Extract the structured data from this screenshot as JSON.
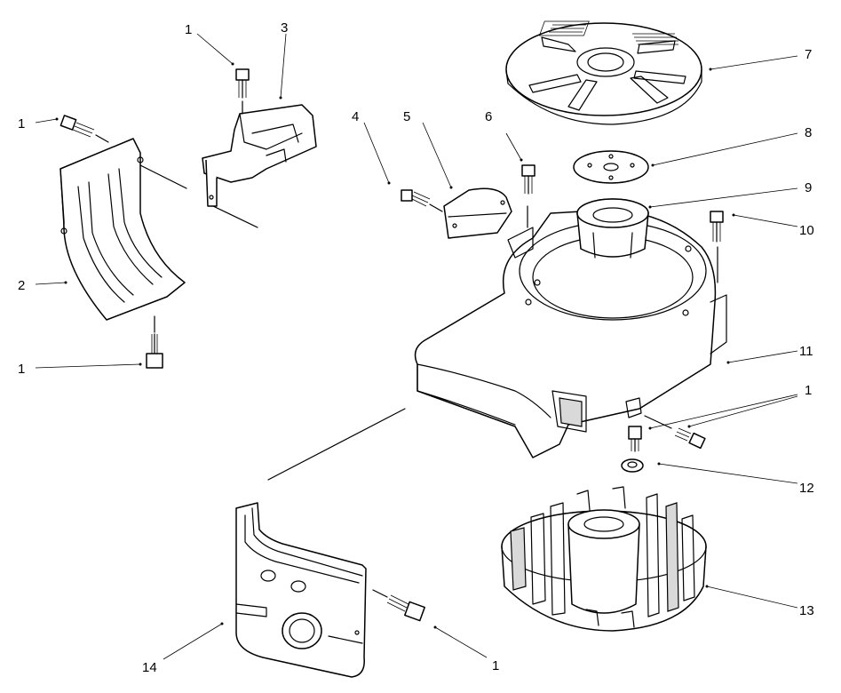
{
  "callouts": [
    {
      "id": "c1a",
      "text": "1"
    },
    {
      "id": "c3",
      "text": "3"
    },
    {
      "id": "c1b",
      "text": "1"
    },
    {
      "id": "c2",
      "text": "2"
    },
    {
      "id": "c1c",
      "text": "1"
    },
    {
      "id": "c4",
      "text": "4"
    },
    {
      "id": "c5",
      "text": "5"
    },
    {
      "id": "c6",
      "text": "6"
    },
    {
      "id": "c7",
      "text": "7"
    },
    {
      "id": "c8",
      "text": "8"
    },
    {
      "id": "c9",
      "text": "9"
    },
    {
      "id": "c10",
      "text": "10"
    },
    {
      "id": "c11",
      "text": "11"
    },
    {
      "id": "c1d",
      "text": "1"
    },
    {
      "id": "c12",
      "text": "12"
    },
    {
      "id": "c13",
      "text": "13"
    },
    {
      "id": "c14",
      "text": "14"
    },
    {
      "id": "c1e",
      "text": "1"
    }
  ]
}
